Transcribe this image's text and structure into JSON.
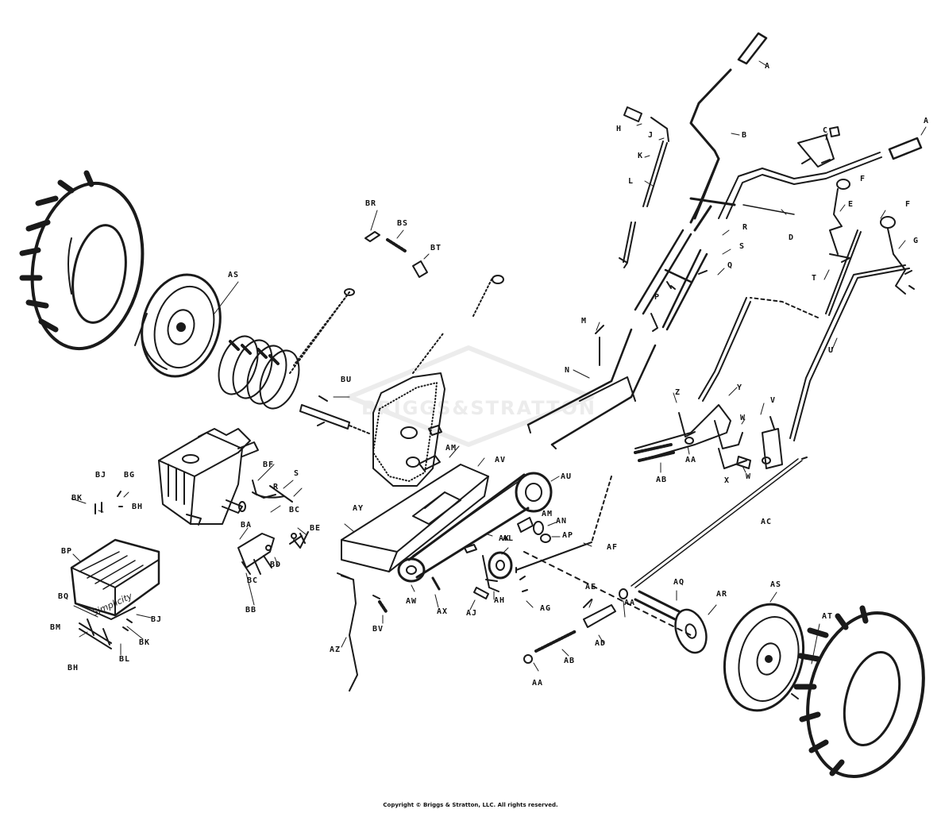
{
  "watermark": "BRIGGS&STRATTON",
  "footer": {
    "copyright": "Copyright © Briggs & Stratton, LLC. All rights reserved."
  },
  "decal_text": "Simplicity",
  "colors": {
    "ink": "#1a1a1a",
    "paper": "#ffffff",
    "watermark": "#ececec"
  },
  "parts": {
    "A_1": "A",
    "A_2": "A",
    "B": "B",
    "C": "C",
    "D": "D",
    "E": "E",
    "F_1": "F",
    "F_2": "F",
    "G": "G",
    "H": "H",
    "J": "J",
    "K": "K",
    "L": "L",
    "M": "M",
    "N": "N",
    "P": "P",
    "Q": "Q",
    "R_1": "R",
    "R_2": "R",
    "S_1": "S",
    "S_2": "S",
    "T": "T",
    "U": "U",
    "V": "V",
    "W_1": "W",
    "W_2": "W",
    "X": "X",
    "Y": "Y",
    "Z": "Z",
    "AA_1": "AA",
    "AA_2": "AA",
    "AA_3": "AA",
    "AB_1": "AB",
    "AB_2": "AB",
    "AC": "AC",
    "AD": "AD",
    "AE": "AE",
    "AF": "AF",
    "AG": "AG",
    "AH": "AH",
    "AJ": "AJ",
    "AK": "AK",
    "AL": "AL",
    "AM_1": "AM",
    "AM_2": "AM",
    "AN": "AN",
    "AP": "AP",
    "AQ": "AQ",
    "AR": "AR",
    "AS_1": "AS",
    "AS_2": "AS",
    "AT": "AT",
    "AU": "AU",
    "AV": "AV",
    "AW": "AW",
    "AX": "AX",
    "AY": "AY",
    "AZ": "AZ",
    "BA": "BA",
    "BB": "BB",
    "BC_1": "BC",
    "BC_2": "BC",
    "BD": "BD",
    "BE": "BE",
    "BF": "BF",
    "BG": "BG",
    "BH_1": "BH",
    "BH_2": "BH",
    "BJ_1": "BJ",
    "BJ_2": "BJ",
    "BK_1": "BK",
    "BK_2": "BK",
    "BL": "BL",
    "BM": "BM",
    "BP": "BP",
    "BQ": "BQ",
    "BR": "BR",
    "BS": "BS",
    "BT": "BT",
    "BU": "BU",
    "BV": "BV"
  }
}
